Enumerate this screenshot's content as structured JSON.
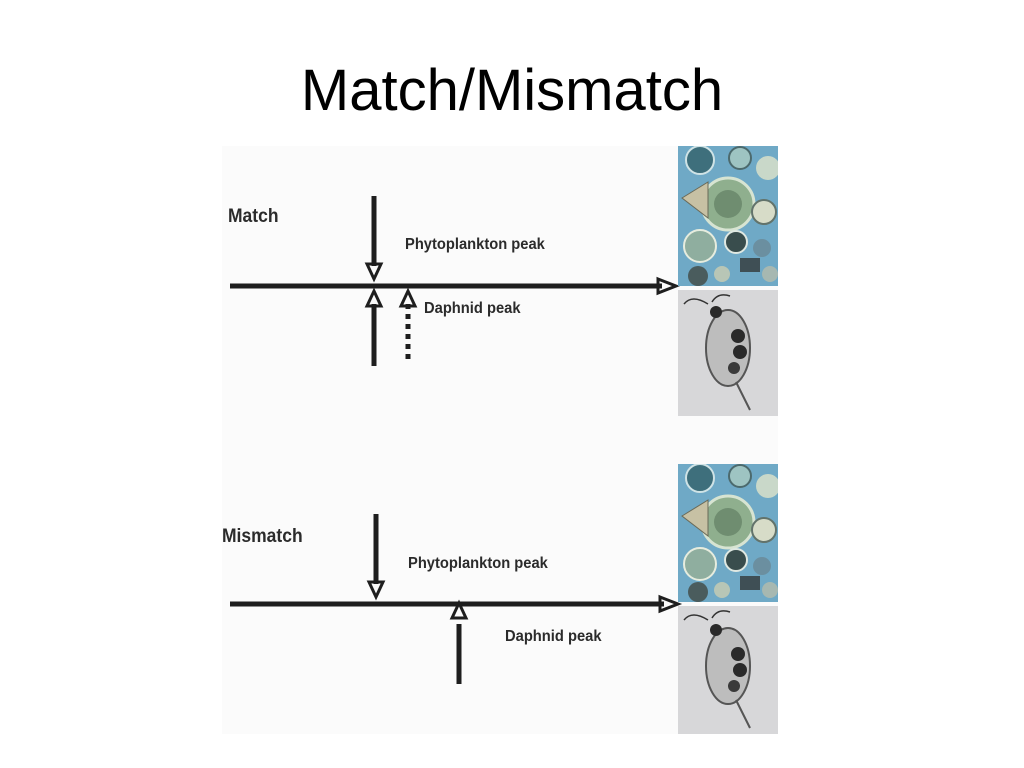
{
  "title": "Match/Mismatch",
  "panels": [
    {
      "label": "Match",
      "phytoplankton_label": "Phytoplankton  peak",
      "daphnid_label": "Daphnid peak",
      "phytoplankton_image": "phytoplankton-image",
      "daphnia_image": "daphnia-image"
    },
    {
      "label": "Mismatch",
      "phytoplankton_label": "Phytoplankton  peak",
      "daphnid_label": "Daphnid peak",
      "phytoplankton_image": "phytoplankton-image",
      "daphnia_image": "daphnia-image"
    }
  ],
  "colors": {
    "line": "#1e1e1e",
    "phyto_bg": "#6fa9c6",
    "daphnia_bg": "#d7d7d9"
  }
}
